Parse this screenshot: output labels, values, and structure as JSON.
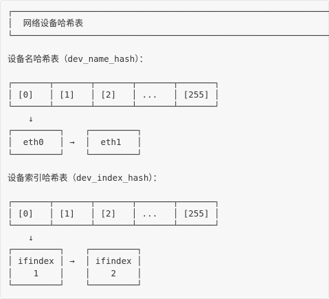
{
  "diagram": {
    "title_box": {
      "top": "┌─────────────────────────────────────────────────────────────┐",
      "label_prefix": "│  ",
      "label": "网络设备哈希表",
      "label_suffix": "                                                 │",
      "bottom": "└─────────────────────────────────────────────────────────────┘"
    },
    "name_hash": {
      "heading": "设备名哈希表（dev_name_hash）：",
      "buckets_top": "┌───────┬───────┬───────┬───────┬───────┐",
      "buckets_row": "│ [0]   │ [1]   │ [2]   │ ...   │ [255] │",
      "buckets_bottom": "└───────┴───────┴───────┴───────┴───────┘",
      "arrow_down": "    ↓",
      "nodes_top": "┌─────────┐    ┌─────────┐",
      "nodes_row": "│  eth0   │ →  │  eth1   │",
      "nodes_bottom": "└─────────┘    └─────────┘"
    },
    "index_hash": {
      "heading": "设备索引哈希表（dev_index_hash）：",
      "buckets_top": "┌───────┬───────┬───────┬───────┬───────┐",
      "buckets_row": "│ [0]   │ [1]   │ [2]   │ ...   │ [255] │",
      "buckets_bottom": "└───────┴───────┴───────┴───────┴───────┘",
      "arrow_down": "    ↓",
      "nodes_top": "┌─────────┐    ┌─────────┐",
      "nodes_row1": "│ ifindex │ →  │ ifindex │",
      "nodes_row2": "│    1    │    │    2    │",
      "nodes_bottom": "└─────────┘    └─────────┘"
    }
  }
}
